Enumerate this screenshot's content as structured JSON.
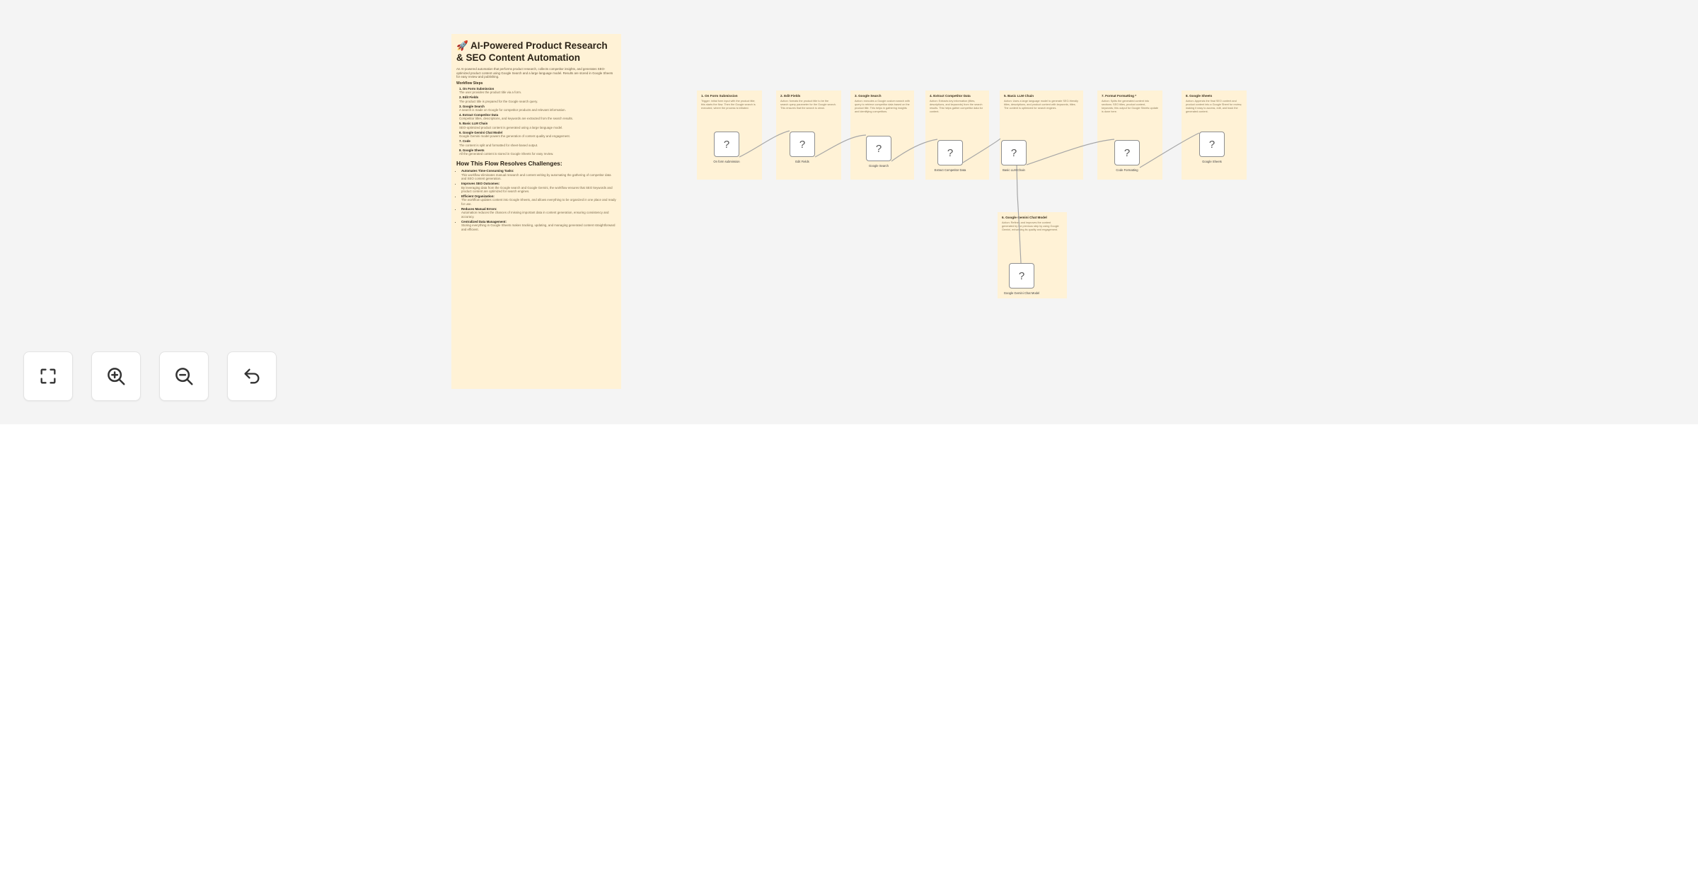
{
  "sticky": {
    "title": "🚀 AI-Powered Product Research & SEO Content Automation",
    "intro": "An AI-powered automation that performs product research, collects competitor insights, and generates SEO-optimized product content using Google Search and a large language model. Results are stored in Google Sheets for easy review and publishing.",
    "workflow_heading": "Workflow Steps",
    "steps": [
      {
        "title": "1. On Form Submission",
        "desc": "The user provides the product title via a form."
      },
      {
        "title": "2. Edit Fields",
        "desc": "The product title is prepared for the Google search query."
      },
      {
        "title": "3. Google Search",
        "desc": "A search is made on Google for competitor products and relevant information."
      },
      {
        "title": "4. Extract Competitor Data",
        "desc": "Competitor titles, descriptions, and keywords are extracted from the search results."
      },
      {
        "title": "5. Basic LLM Chain",
        "desc": "SEO-optimized product content is generated using a large language model."
      },
      {
        "title": "6. Google Gemini Chat Model",
        "desc": "Google Gemini model powers the generation of content quality and engagement."
      },
      {
        "title": "7. Code",
        "desc": "The content is split and formatted for sheet-based output."
      },
      {
        "title": "8. Google Sheets",
        "desc": "All the generated content is stored in Google Sheets for easy review."
      }
    ],
    "challenges_heading": "How This Flow Resolves Challenges:",
    "challenges": [
      {
        "title": "Automates Time-Consuming Tasks:",
        "desc": "This workflow eliminates manual research and content writing by automating the gathering of competitor data and SEO content generation."
      },
      {
        "title": "Improves SEO Outcomes:",
        "desc": "By leveraging data from the Google search and Google Gemini, the workflow ensures that SEO keywords and product content are optimized for search engines."
      },
      {
        "title": "Efficient Organization:",
        "desc": "The workflow updates content into Google Sheets, and allows everything to be organized in one place and ready for use."
      },
      {
        "title": "Reduces Manual Errors:",
        "desc": "Automation reduces the chances of missing important data in content generation, ensuring consistency and accuracy."
      },
      {
        "title": "Centralized Data Management:",
        "desc": "Storing everything in Google Sheets makes tracking, updating, and managing generated content straightforward and efficient."
      }
    ]
  },
  "notes": [
    {
      "title": "1. On Form Submission",
      "desc": "Trigger: initial form input with the product title; this starts the flow. Then the Google search is executed, where the process is initiated."
    },
    {
      "title": "2. Edit Fields",
      "desc": "Action: formats the product title to be the search query parameter for the Google search. This ensures that the search is clean."
    },
    {
      "title": "3. Google Search",
      "desc": "Action: executes a Google custom search with query to retrieve competitor data based on the product title. This helps in gathering insights and identifying competitors."
    },
    {
      "title": "4. Extract Competitor Data",
      "desc": "Action: Extracts key information (titles, descriptions, and keywords) from the search results. This helps gather competitor data for content."
    },
    {
      "title": "5. Basic LLM Chain",
      "desc": "Action: Uses a large language model to generate SEO-friendly titles, descriptions, and product content with keywords, titles. The content is optimized for search engines."
    },
    {
      "title": "7. Format Formatting *",
      "desc": "Action: Splits the generated content into sections: SEO titles, product content, keywords; this output for Google Sheets update is done here."
    },
    {
      "title": "8. Google Sheets",
      "desc": "Action: Appends the final SEO content and product content into a Google Sheet for review, making it easy to access, edit, and track the generated content."
    },
    {
      "title": "6. Google Gemini Chat Model",
      "desc": "Action: Refines and improves the content generated by the previous step by using Google Gemini, enhancing its quality and engagement."
    }
  ],
  "nodes": [
    {
      "label": "On form submission",
      "icon": "?"
    },
    {
      "label": "Edit Fields",
      "icon": "?"
    },
    {
      "label": "Google Search",
      "icon": "?"
    },
    {
      "label": "Extract Competitor Data",
      "icon": "?"
    },
    {
      "label": "Basic LLM Chain",
      "icon": "?"
    },
    {
      "label": "Code Formatting",
      "icon": "?"
    },
    {
      "label": "Google Sheets",
      "icon": "?"
    },
    {
      "label": "Google Gemini Chat Model",
      "icon": "?"
    }
  ],
  "controls": [
    {
      "name": "fit-view",
      "icon": "fullscreen-icon"
    },
    {
      "name": "zoom-in",
      "icon": "zoom-in-icon"
    },
    {
      "name": "zoom-out",
      "icon": "zoom-out-icon"
    },
    {
      "name": "undo",
      "icon": "undo-icon"
    }
  ],
  "colors": {
    "canvas": "#f4f4f4",
    "sticky": "#fff2d6",
    "edge": "#a6a6a6"
  }
}
